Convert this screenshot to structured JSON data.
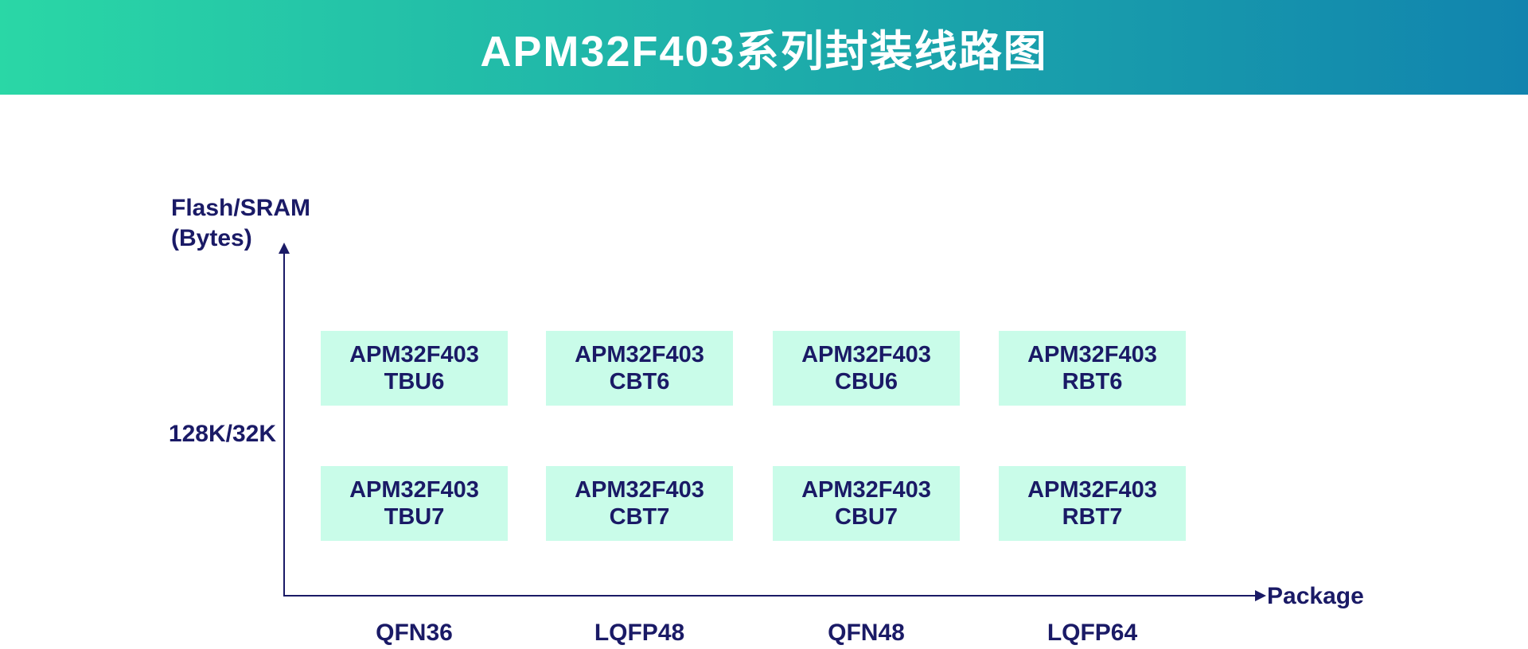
{
  "theme": {
    "background": "#FFFFFF",
    "header-gradient-left": "#2AD7A6",
    "header-gradient-right": "#1184AE",
    "title-color": "#FFFFFF",
    "navy": "#1A1A66",
    "box-mint": "#C9FCE9"
  },
  "chart_data": {
    "type": "table",
    "title": "APM32F403系列封装线路图",
    "xlabel": "Package",
    "ylabel": "Flash/SRAM\n(Bytes)",
    "x_categories": [
      "QFN36",
      "LQFP48",
      "QFN48",
      "LQFP64"
    ],
    "y_tick_labels": [
      "128K/32K"
    ],
    "legend": false,
    "grid": false,
    "rows": [
      {
        "name": "upper-row",
        "cells": [
          {
            "line1": "APM32F403",
            "line2": "TBU6"
          },
          {
            "line1": "APM32F403",
            "line2": "CBT6"
          },
          {
            "line1": "APM32F403",
            "line2": "CBU6"
          },
          {
            "line1": "APM32F403",
            "line2": "RBT6"
          }
        ]
      },
      {
        "name": "lower-row",
        "cells": [
          {
            "line1": "APM32F403",
            "line2": "TBU7"
          },
          {
            "line1": "APM32F403",
            "line2": "CBT7"
          },
          {
            "line1": "APM32F403",
            "line2": "CBU7"
          },
          {
            "line1": "APM32F403",
            "line2": "RBT7"
          }
        ]
      }
    ]
  }
}
